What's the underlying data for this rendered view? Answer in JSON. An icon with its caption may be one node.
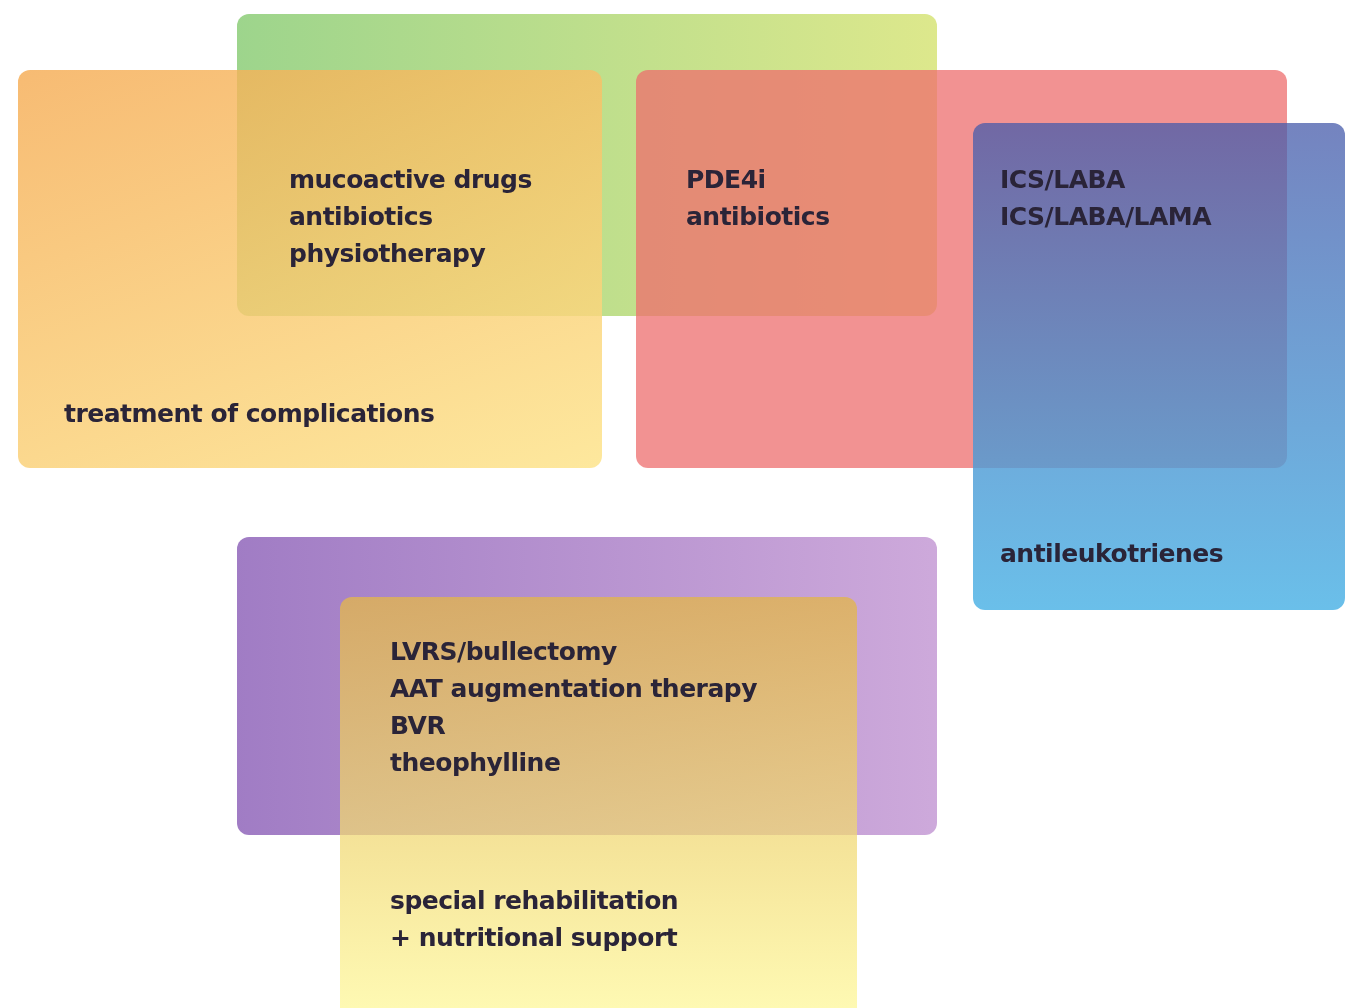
{
  "diagram": {
    "nodes": [
      {
        "text": [],
        "shape": "box"
      },
      {
        "text": [
          "treatment of complications"
        ]
      },
      {
        "text": [],
        "shape": "box"
      },
      {
        "text": [
          "antileukotrienes"
        ]
      },
      {
        "text": [],
        "shape": "box"
      },
      {
        "text": [
          "special rehabilitation + nutritional support"
        ]
      }
    ],
    "labels": [
      "mucoactive drugs",
      "antibiotics",
      "physiotherapy",
      "PDE4i",
      "antibiotics",
      "ICS/LABA",
      "ICS/LABA/LAMA",
      "LVRS/bullectomy",
      "AAT augmentation therapy",
      "BVR",
      "theophylline"
    ]
  }
}
